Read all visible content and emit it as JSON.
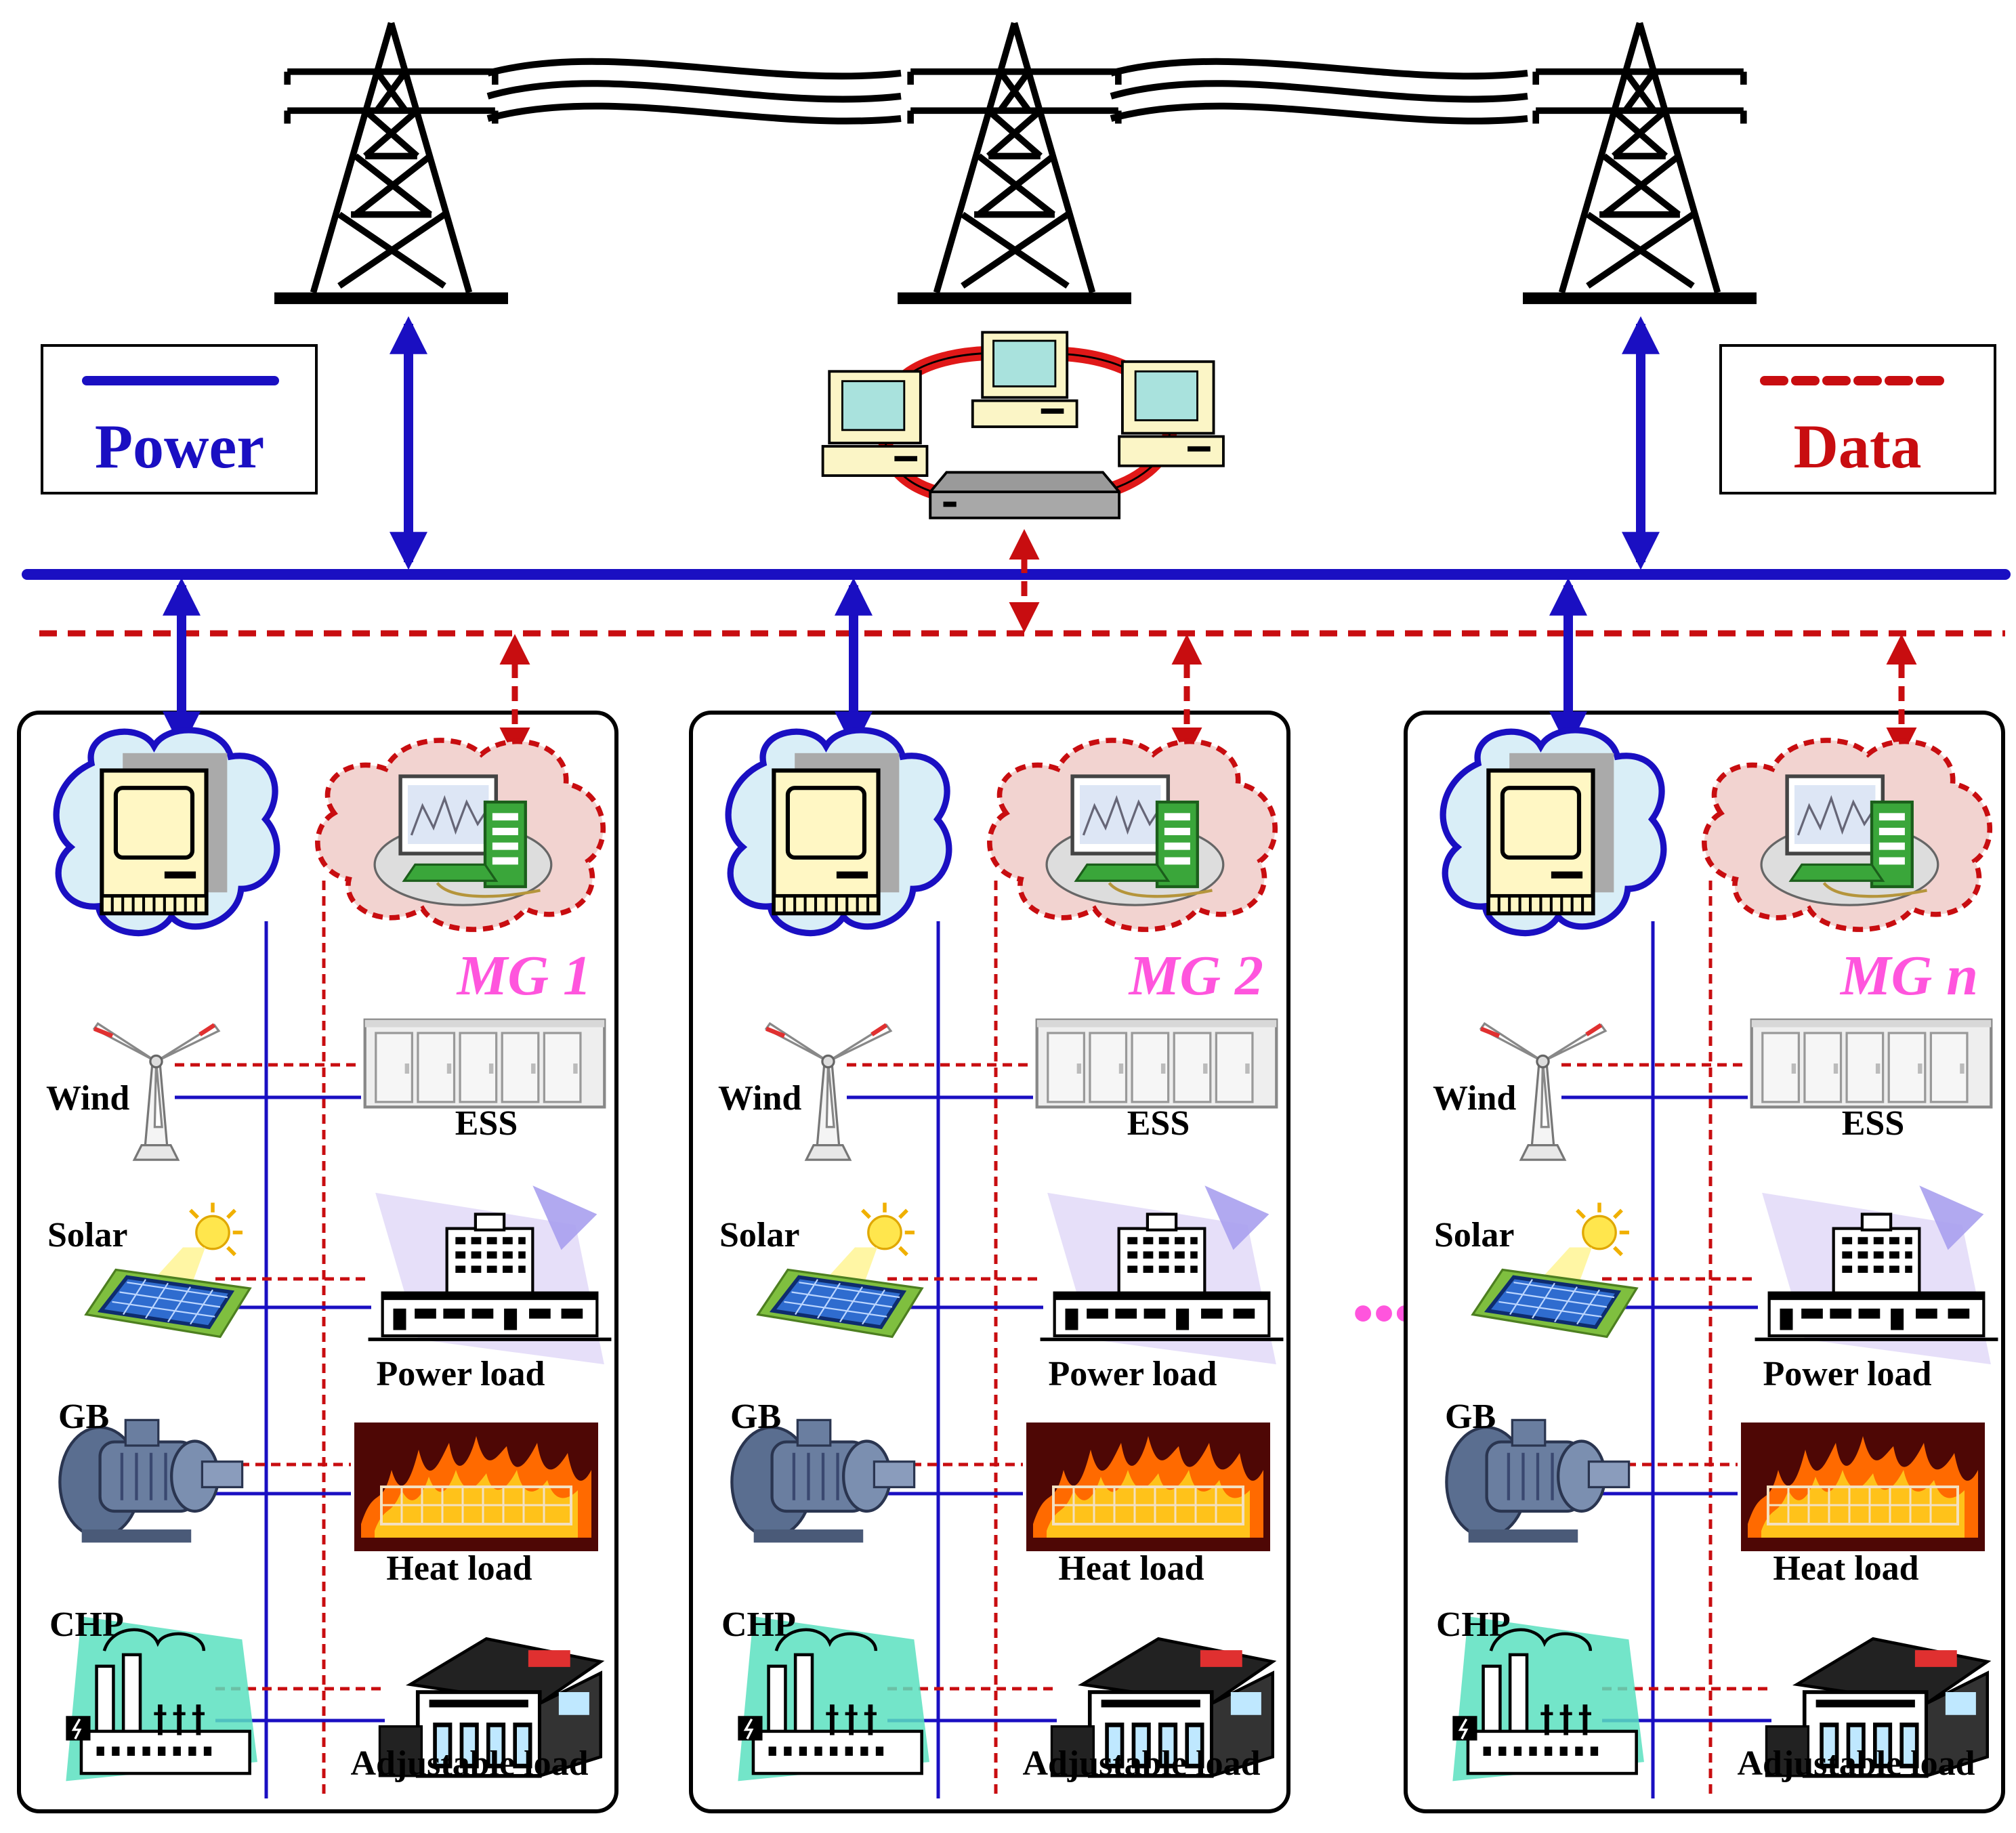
{
  "legend": {
    "power_label": "Power",
    "data_label": "Data"
  },
  "colors": {
    "power": "#1a0fc2",
    "data": "#c80d10",
    "mg_title": "#ff55dd",
    "control_cloud_fill": "#d9eef7",
    "control_cloud_stroke": "#1a0fc2",
    "ems_cloud_fill": "#f2d3d0",
    "ems_cloud_stroke": "#c80d10"
  },
  "ellipsis": "•••",
  "microgrids": [
    {
      "title": "MG 1",
      "labels": {
        "wind": "Wind",
        "solar": "Solar",
        "gb": "GB",
        "chp": "CHP",
        "ess": "ESS",
        "power_load": "Power load",
        "heat_load": "Heat load",
        "adjustable_load": "Adjustable load"
      }
    },
    {
      "title": "MG 2",
      "labels": {
        "wind": "Wind",
        "solar": "Solar",
        "gb": "GB",
        "chp": "CHP",
        "ess": "ESS",
        "power_load": "Power load",
        "heat_load": "Heat load",
        "adjustable_load": "Adjustable load"
      }
    },
    {
      "title": "MG n",
      "labels": {
        "wind": "Wind",
        "solar": "Solar",
        "gb": "GB",
        "chp": "CHP",
        "ess": "ESS",
        "power_load": "Power load",
        "heat_load": "Heat load",
        "adjustable_load": "Adjustable load"
      }
    }
  ]
}
